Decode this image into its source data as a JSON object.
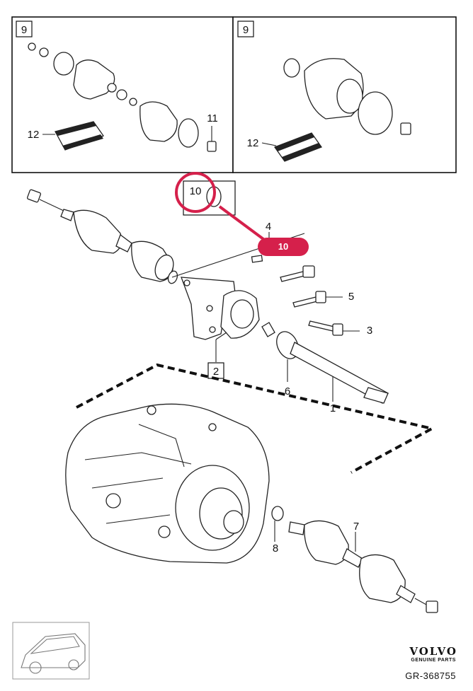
{
  "callouts": {
    "c1": "1",
    "c2": "2",
    "c3": "3",
    "c4": "4",
    "c5": "5",
    "c6": "6",
    "c7": "7",
    "c8": "8",
    "c9a": "9",
    "c9b": "9",
    "c10": "10",
    "c11": "11",
    "c12a": "12",
    "c12b": "12"
  },
  "highlight": {
    "label": "10",
    "color": "#d5204b"
  },
  "brand": {
    "logo": "VOLVO",
    "tagline": "GENUINE PARTS"
  },
  "reference": "GR-368755",
  "icons": {
    "car_thumbnail": "car-wagon-icon"
  }
}
